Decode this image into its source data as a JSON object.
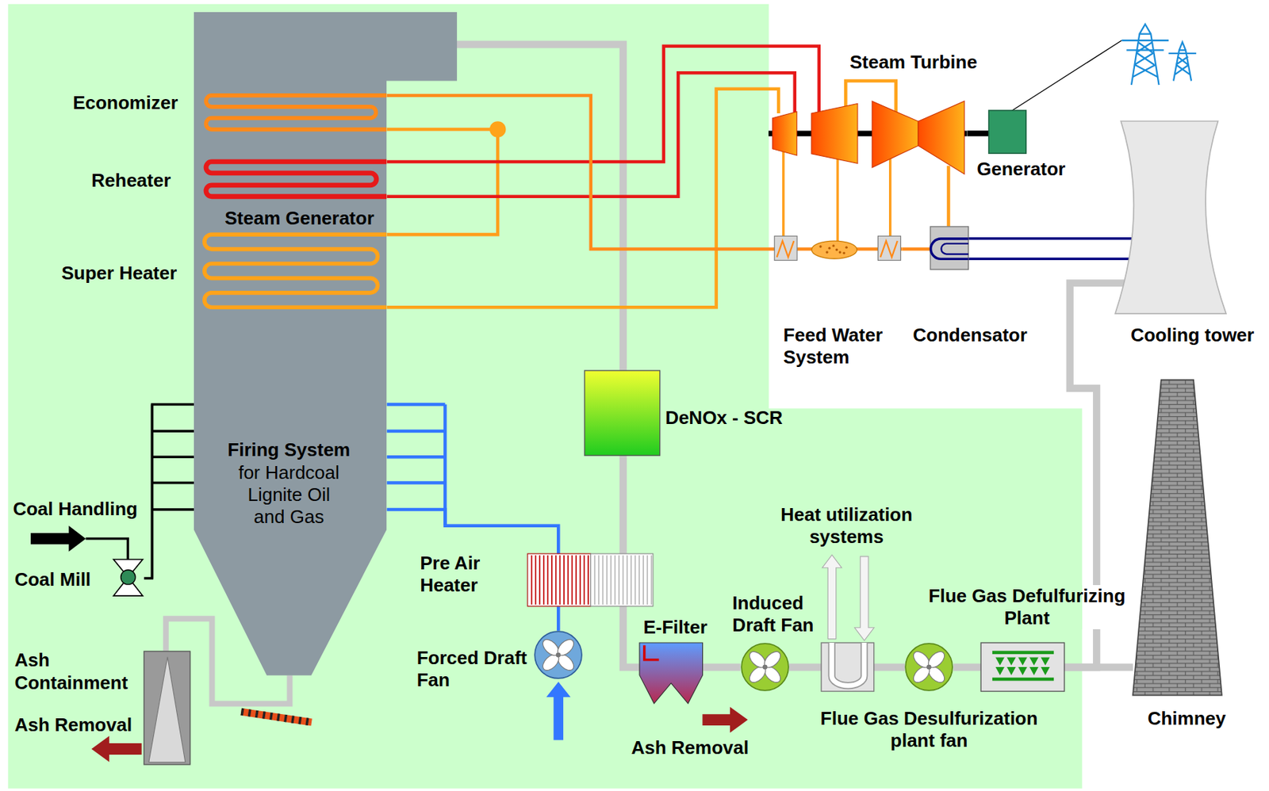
{
  "diagram": {
    "nodes": [
      {
        "text": [
          "Steam Generator",
          "Firing System",
          "for Hardcoal Lignite Oil and Gas"
        ]
      },
      {
        "text": [
          "Steam Turbine"
        ]
      },
      {
        "text": [
          "Generator"
        ]
      },
      {
        "text": [
          "Feed Water System"
        ]
      },
      {
        "text": [
          "Condensator"
        ]
      },
      {
        "text": [
          "Cooling tower"
        ]
      },
      {
        "text": [
          "DeNOx - SCR"
        ]
      },
      {
        "text": [
          "Coal Mill"
        ]
      },
      {
        "text": [
          "Pre Air Heater"
        ]
      },
      {
        "text": [
          "Forced Draft Fan"
        ]
      },
      {
        "text": [
          "E-Filter"
        ]
      },
      {
        "text": [
          "Induced Draft Fan"
        ]
      },
      {
        "text": [
          "Heat utilization systems"
        ]
      },
      {
        "text": [
          "Flue Gas Desulfurization plant fan"
        ]
      },
      {
        "text": [
          "Flue Gas Defulfurizing Plant"
        ]
      },
      {
        "text": [
          "Chimney"
        ]
      },
      {
        "text": [
          "Ash Containment"
        ]
      }
    ],
    "edges": [
      {
        "from": 7,
        "to": 0,
        "arrow": "none"
      },
      {
        "from": 9,
        "to": 8,
        "arrow": "none"
      },
      {
        "from": 8,
        "to": 0,
        "arrow": "none"
      },
      {
        "from": 0,
        "to": 6,
        "arrow": "none"
      },
      {
        "from": 6,
        "to": 10,
        "arrow": "none"
      },
      {
        "from": 10,
        "to": 11,
        "arrow": "none"
      },
      {
        "from": 11,
        "to": 12,
        "arrow": "none"
      },
      {
        "from": 12,
        "to": 13,
        "arrow": "none"
      },
      {
        "from": 13,
        "to": 14,
        "arrow": "none"
      },
      {
        "from": 14,
        "to": 15,
        "arrow": "none"
      },
      {
        "from": 14,
        "to": 5,
        "arrow": "none"
      },
      {
        "from": 0,
        "to": 16,
        "arrow": "none"
      },
      {
        "from": 0,
        "to": 1,
        "arrow": "none"
      },
      {
        "from": 1,
        "to": 0,
        "arrow": "none"
      },
      {
        "from": 0,
        "to": 1,
        "arrow": "none"
      },
      {
        "from": 1,
        "to": 2,
        "arrow": "none"
      },
      {
        "from": 1,
        "to": 4,
        "arrow": "none"
      },
      {
        "from": 4,
        "to": 3,
        "arrow": "none"
      },
      {
        "from": 3,
        "to": 0,
        "arrow": "none"
      },
      {
        "from": 4,
        "to": 5,
        "arrow": "none"
      },
      {
        "from": 4,
        "to": 5,
        "arrow": "none"
      }
    ],
    "labels": [
      "Economizer",
      "Reheater",
      "Super Heater",
      "Coal Handling",
      "Ash Removal",
      "Ash Removal"
    ]
  }
}
